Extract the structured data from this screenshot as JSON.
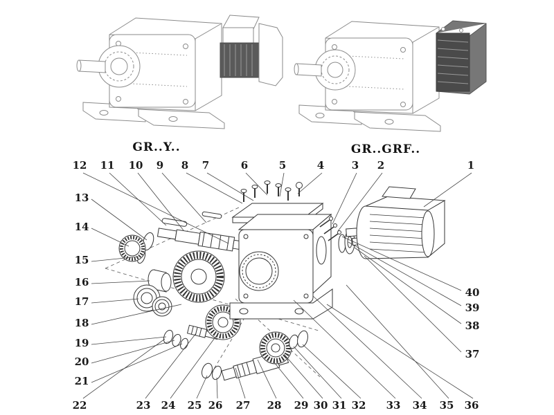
{
  "labels": {
    "left_variant": "GR..Y..",
    "right_variant": "GR..GRF.."
  },
  "callouts": {
    "top": [
      "12",
      "11",
      "10",
      "9",
      "8",
      "7",
      "6",
      "5",
      "4",
      "3",
      "2",
      "1"
    ],
    "left": [
      "13",
      "14",
      "15",
      "16",
      "17",
      "18",
      "19",
      "20",
      "21"
    ],
    "bottom": [
      "22",
      "23",
      "24",
      "25",
      "26",
      "27",
      "28",
      "29",
      "30",
      "31",
      "32",
      "33",
      "34",
      "35",
      "36"
    ],
    "right": [
      "40",
      "39",
      "38",
      "37"
    ]
  },
  "colors": {
    "drawing_line": "#8a8a8a",
    "exploded_line": "#333333",
    "text": "#1a1a1a",
    "motor_fin_dark": "#5a5a5a"
  }
}
